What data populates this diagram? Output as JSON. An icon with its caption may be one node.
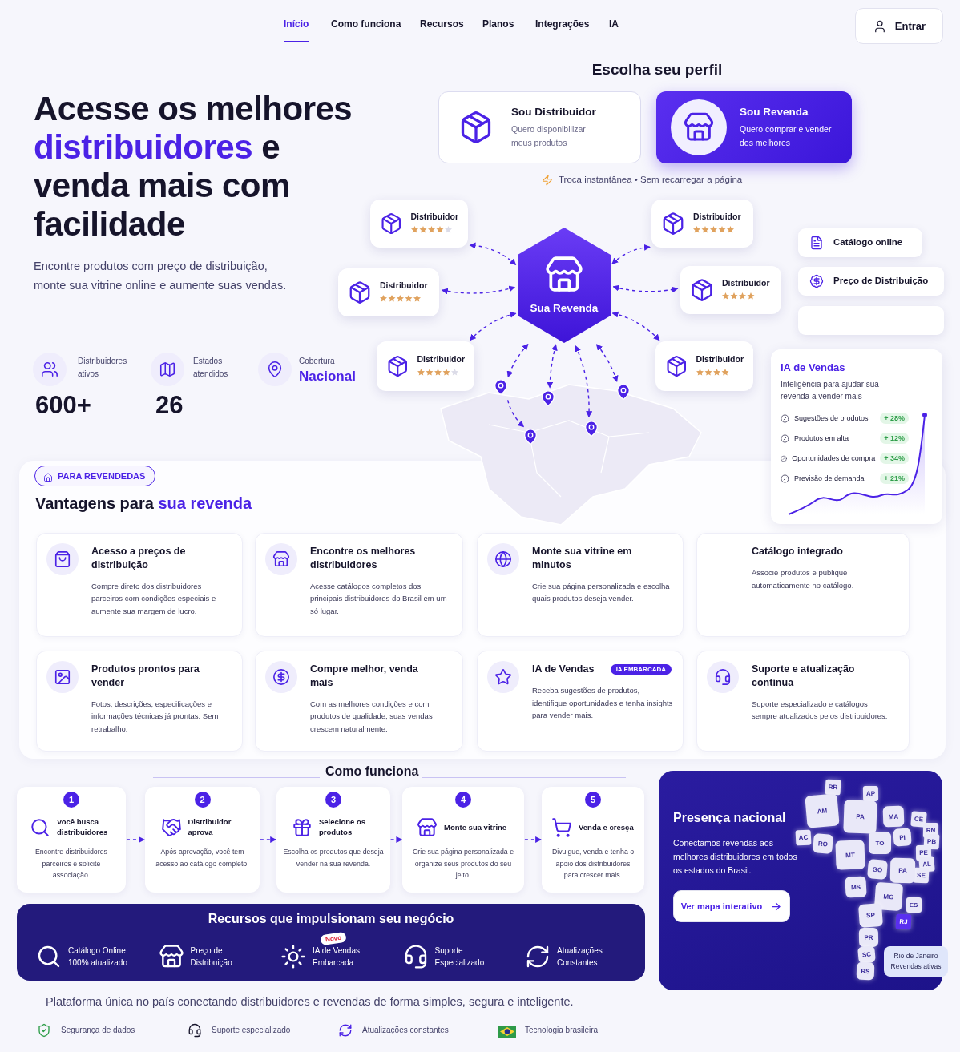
{
  "diagram": {
    "title": "Acesse os melhores **distribuidores** e venda mais com facilidade",
    "nodes": [
      {
        "text": [
          "Sou Distribuidor",
          "Quero disponibilizar meus produtos"
        ]
      },
      {
        "text": [
          "Sou Revenda",
          "Quero comprar e vender dos melhores"
        ]
      },
      {
        "text": [
          "Distribuidor"
        ]
      },
      {
        "text": [
          "Distribuidor"
        ]
      },
      {
        "text": [
          "Distribuidor"
        ]
      },
      {
        "text": [
          "Distribuidor"
        ]
      },
      {
        "text": [
          "Distribuidor"
        ]
      },
      {
        "text": [
          "Distribuidor"
        ]
      },
      {
        "text": [
          "Sua Revenda"
        ]
      },
      {
        "text": [],
        "shape": "pin"
      },
      {
        "text": [],
        "shape": "pin"
      },
      {
        "text": [],
        "shape": "pin"
      },
      {
        "text": [],
        "shape": "pin"
      },
      {
        "text": [],
        "shape": "pin"
      },
      {
        "text": [
          "Catálogo online"
        ]
      },
      {
        "text": [
          "Preço de Distribuição"
        ]
      },
      {
        "text": [],
        "shape": "box"
      },
      {
        "text": [
          "IA de Vendas",
          "Inteligência para ajudar sua revenda a vender mais",
          "Sugestões de produtos",
          "+ 28%",
          "Produtos em alta",
          "+ 12%",
          "Oportunidades de compra",
          "+ 34%",
          "Previsão de demanda",
          "+ 21%"
        ]
      },
      {
        "text": [
          "Acesso a preços de distribuição",
          "Compre direto dos distribuidores parceiros com condições especiais e aumente sua margem de lucro."
        ]
      },
      {
        "text": [
          "Encontre os melhores distribuidores",
          "Acesse catálogos completos dos principais distribuidores do Brasil em um só lugar."
        ]
      },
      {
        "text": [
          "Monte sua vitrine em minutos",
          "Crie sua página personalizada e escolha quais produtos deseja vender."
        ]
      },
      {
        "text": [
          "Catálogo integrado",
          "Associe produtos e publique automaticamente no catálogo."
        ]
      },
      {
        "text": [
          "Produtos prontos para vender",
          "Fotos, descrições, especificações e informações técnicas já prontas. Sem retrabalho."
        ]
      },
      {
        "text": [
          "Compre melhor, venda mais",
          "Com as melhores condições e com produtos de qualidade, suas vendas crescem naturalmente."
        ]
      },
      {
        "text": [
          "IA de Vendas",
          "IA EMBARCADA",
          "Receba sugestões de produtos, identifique oportunidades e tenha insights para vender mais."
        ]
      },
      {
        "text": [
          "Suporte e atualização contínua",
          "Suporte especializado e catálogos sempre atualizados pelos distribuidores."
        ]
      },
      {
        "text": [
          "1",
          "Você busca distribuidores",
          "Encontre distribuidores parceiros e solicite associação."
        ]
      },
      {
        "text": [
          "2",
          "Distribuidor aprova",
          "Após aprovação, você tem acesso ao catálogo completo."
        ]
      },
      {
        "text": [
          "3",
          "Selecione os produtos",
          "Escolha os produtos que deseja vender na sua revenda."
        ]
      },
      {
        "text": [
          "4",
          "Monte sua vitrine",
          "Crie sua página personalizada e organize seus produtos do seu jeito."
        ]
      },
      {
        "text": [
          "5",
          "Venda e cresça",
          "Divulgue, venda e tenha o apoio dos distribuidores para crescer mais."
        ]
      },
      {
        "text": [
          "Recursos que impulsionam seu negócio",
          "Catálogo Online 100% atualizado",
          "Preço de Distribuição",
          "Novo",
          "IA de Vendas Embarcada",
          "Suporte Especializado",
          "Atualizações Constantes"
        ]
      },
      {
        "text": [
          "Presença nacional",
          "Conectamos revendas aos melhores distribuidores em todos os estados do Brasil."
        ]
      }
    ],
    "edges": [
      {
        "from": 8,
        "to": 2,
        "arrow": "both",
        "style": "dashed"
      },
      {
        "from": 8,
        "to": 3,
        "arrow": "both",
        "style": "dashed"
      },
      {
        "from": 8,
        "to": 4,
        "arrow": "both",
        "style": "dashed"
      },
      {
        "from": 8,
        "to": 5,
        "arrow": "both",
        "style": "dashed"
      },
      {
        "from": 8,
        "to": 6,
        "arrow": "both",
        "style": "dashed"
      },
      {
        "from": 8,
        "to": 7,
        "arrow": "both",
        "style": "dashed"
      },
      {
        "from": 8,
        "to": 9,
        "arrow": "both",
        "style": "dashed"
      },
      {
        "from": 8,
        "to": 10,
        "arrow": "both",
        "style": "dashed"
      },
      {
        "from": 8,
        "to": 13,
        "arrow": "both",
        "style": "dashed"
      },
      {
        "from": 8,
        "to": 11,
        "arrow": "both",
        "style": "dashed"
      },
      {
        "from": 9,
        "to": 12,
        "arrow": "to",
        "style": "dashed"
      },
      {
        "from": 26,
        "to": 27,
        "arrow": "to",
        "style": "dashed"
      },
      {
        "from": 27,
        "to": 28,
        "arrow": "to",
        "style": "dashed"
      },
      {
        "from": 28,
        "to": 29,
        "arrow": "to",
        "style": "dashed"
      },
      {
        "from": 29,
        "to": 30,
        "arrow": "to",
        "style": "dashed"
      }
    ],
    "labels": [
      "Início",
      "Como funciona",
      "Recursos",
      "Planos",
      "Integrações",
      "IA",
      "Entrar",
      "Escolha seu perfil",
      "Encontre produtos com preço de distribuição, monte sua vitrine online e aumente suas vendas.",
      "Troca instantânea • Sem recarregar a página",
      "Distribuidores ativos",
      "600+",
      "Estados atendidos",
      "26",
      "Cobertura",
      "Nacional",
      "PARA REVENDEDAS",
      "Vantagens para **sua revenda**",
      "Como funciona",
      "Ver mapa interativo",
      "RR",
      "AP",
      "AM",
      "PA",
      "MA",
      "CE",
      "RN",
      "AC",
      "RO",
      "TO",
      "PI",
      "PB",
      "PE",
      "AL",
      "SE",
      "MT",
      "GO",
      "PA",
      "MS",
      "MG",
      "ES",
      "SP",
      "RJ",
      "PR",
      "SC",
      "RS",
      "Rio de Janeiro",
      "Revendas ativas",
      "Plataforma única no país conectando distribuidores e revendas de forma simples, segura e inteligente.",
      "Segurança de dados",
      "Suporte especializado",
      "Atualizações constantes",
      "Tecnologia brasileira"
    ]
  }
}
